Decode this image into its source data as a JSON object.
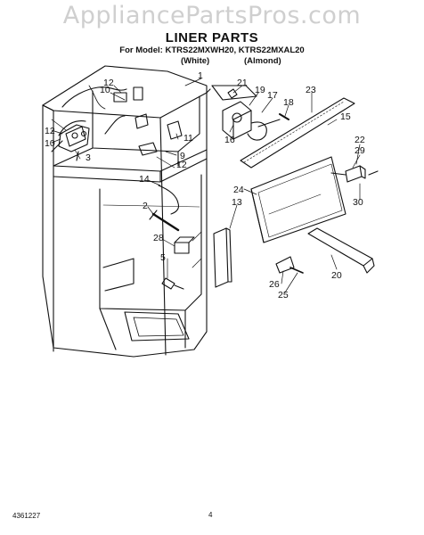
{
  "watermark": "AppliancePartsPros.com",
  "header": {
    "title": "LINER PARTS",
    "model_line": "For Model: KTRS22MXWH20, KTRS22MXAL20",
    "variants": [
      "(White)",
      "(Almond)"
    ]
  },
  "callouts": [
    "1",
    "21",
    "19",
    "17",
    "23",
    "18",
    "15",
    "12",
    "10",
    "11",
    "9",
    "12",
    "3",
    "10",
    "12",
    "16",
    "22",
    "29",
    "30",
    "24",
    "14",
    "2",
    "13",
    "28",
    "5",
    "20",
    "26",
    "25"
  ],
  "footer": {
    "doc_number": "4361227",
    "page_number": "4"
  }
}
